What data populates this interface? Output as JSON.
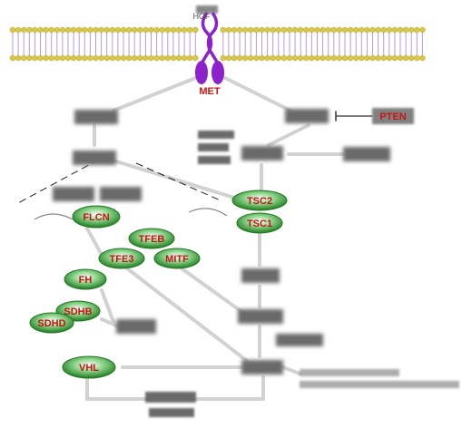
{
  "colors": {
    "membrane_lipid": "#d9c74a",
    "membrane_tail": "#b59be0",
    "receptor": "#8b22cc",
    "gene_fill": "#1f7a1f",
    "gene_text": "#c81414",
    "blurred_box": "#6a6a6a",
    "arrow": "#cfcfcf"
  },
  "ligand": {
    "label": "HGF"
  },
  "receptor": {
    "label": "MET"
  },
  "genes": {
    "pten": "PTEN",
    "tsc2": "TSC2",
    "tsc1": "TSC1",
    "flcn": "FLCN",
    "tfeb": "TFEB",
    "tfe3": "TFE3",
    "mitf": "MITF",
    "fh": "FH",
    "sdhb": "SDHB",
    "sdhd": "SDHD",
    "vhl": "VHL"
  }
}
